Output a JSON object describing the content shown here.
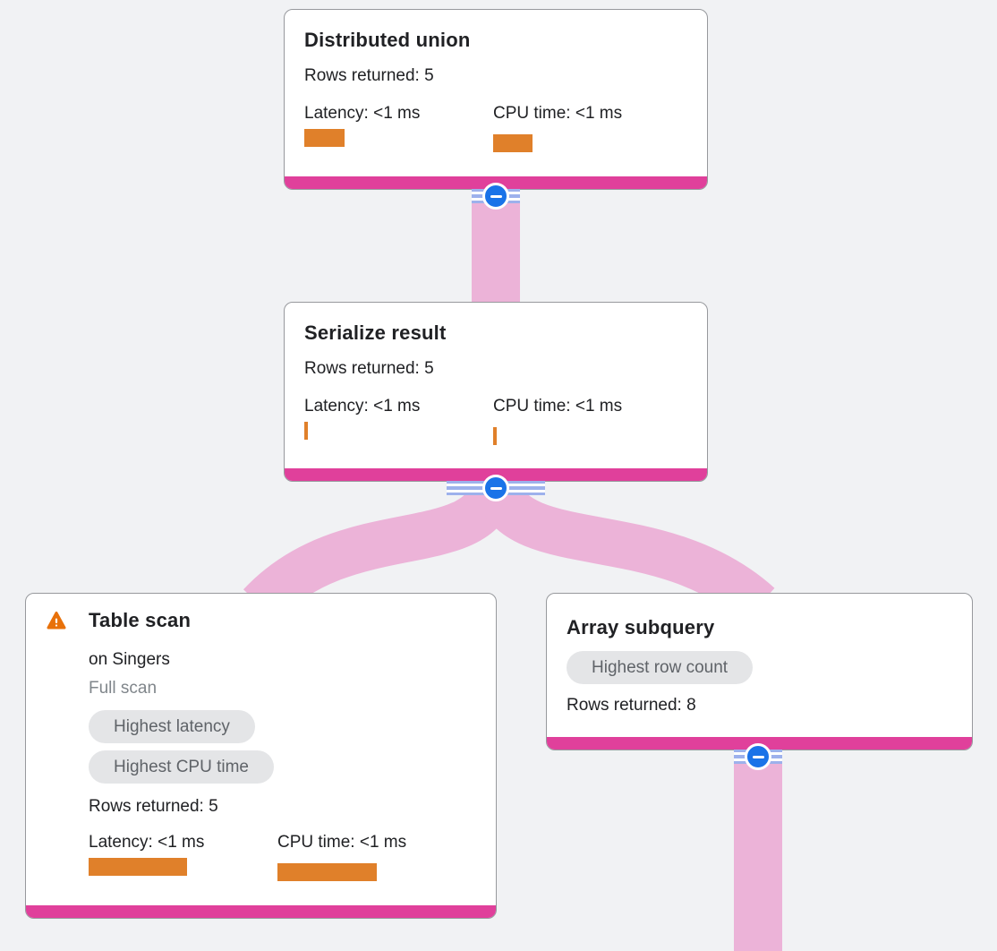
{
  "colors": {
    "background": "#f1f2f4",
    "card_border": "#97999d",
    "node_accent_pink": "#e0409b",
    "edge_pink": "#ecb3d8",
    "metric_bar_orange": "#e0802a",
    "warning_orange": "#e8710a",
    "collapse_blue": "#1a73e8",
    "stripe_blue": "#9db1ec",
    "badge_bg": "#e4e5e7",
    "badge_text": "#5f6368",
    "muted_text": "#80868b",
    "text": "#202124"
  },
  "nodes": [
    {
      "id": "distributed-union",
      "title": "Distributed union",
      "rows_returned": "Rows returned: 5",
      "metrics": [
        {
          "label": "Latency: <1 ms",
          "bar_style": "width:45px"
        },
        {
          "label": "CPU time: <1 ms",
          "bar_style": "width:44px"
        }
      ]
    },
    {
      "id": "serialize-result",
      "title": "Serialize result",
      "rows_returned": "Rows returned: 5",
      "metrics": [
        {
          "label": "Latency: <1 ms",
          "bar_style": "width:4px"
        },
        {
          "label": "CPU time: <1 ms",
          "bar_style": "width:4px"
        }
      ]
    },
    {
      "id": "table-scan",
      "title": "Table scan",
      "subtitle": "on Singers",
      "scan_type": "Full scan",
      "warning_icon": "warning-triangle",
      "badges": [
        "Highest latency",
        "Highest CPU time"
      ],
      "rows_returned": "Rows returned: 5",
      "metrics": [
        {
          "label": "Latency: <1 ms",
          "bar_style": "width:110px"
        },
        {
          "label": "CPU time: <1 ms",
          "bar_style": "width:111px"
        }
      ]
    },
    {
      "id": "array-subquery",
      "title": "Array subquery",
      "badges": [
        "Highest row count"
      ],
      "rows_returned": "Rows returned: 8"
    }
  ],
  "edges": [
    {
      "from": "distributed-union",
      "to": "serialize-result"
    },
    {
      "from": "serialize-result",
      "to": "table-scan"
    },
    {
      "from": "serialize-result",
      "to": "array-subquery"
    },
    {
      "from": "array-subquery",
      "to": "child-below-viewport"
    }
  ],
  "collapse_button_icon": "minus"
}
